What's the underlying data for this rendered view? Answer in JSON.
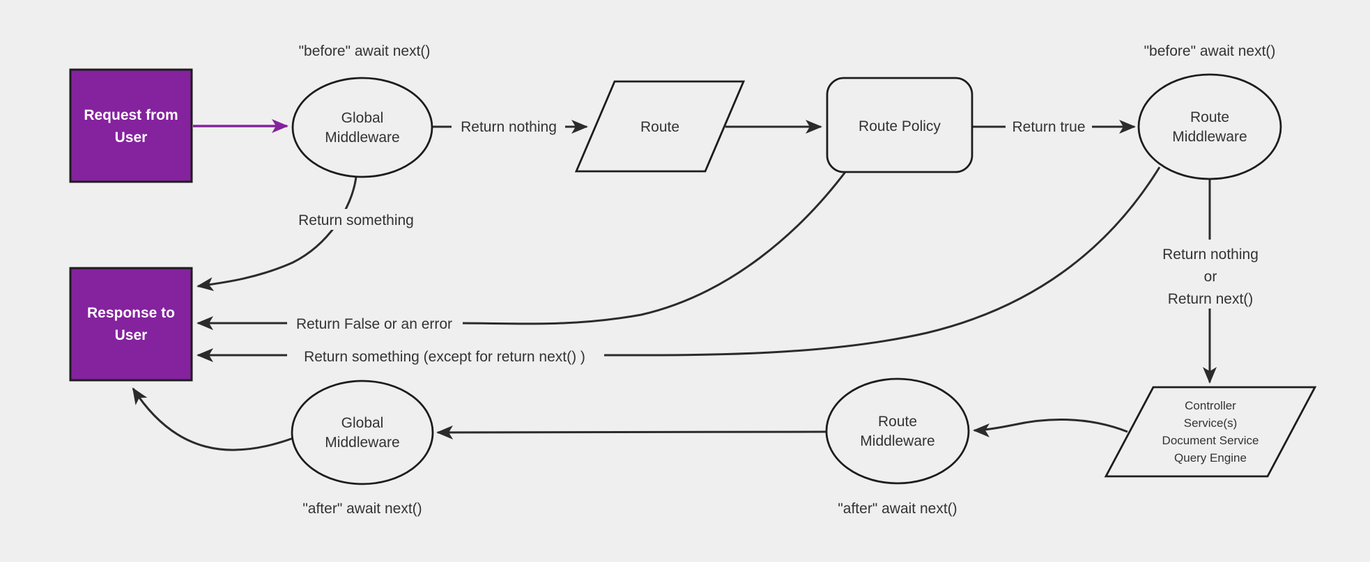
{
  "canvas": {
    "background_color": "#efefef",
    "edge_color": "#2b2b2b",
    "purple_accent": "#85229e",
    "node_stroke_color": "#1d1d1d",
    "node_text_color": "#333333",
    "box_text_color": "#ffffff"
  },
  "nodes": {
    "request_from_user": {
      "line1": "Request from",
      "line2": "User"
    },
    "global_middleware_top": {
      "line1": "Global",
      "line2": "Middleware"
    },
    "route": {
      "label": "Route"
    },
    "route_policy": {
      "label": "Route Policy"
    },
    "route_middleware_top": {
      "line1": "Route",
      "line2": "Middleware"
    },
    "controller_stack": {
      "line1": "Controller",
      "line2": "Service(s)",
      "line3": "Document Service",
      "line4": "Query Engine"
    },
    "route_middleware_bottom": {
      "line1": "Route",
      "line2": "Middleware"
    },
    "global_middleware_bottom": {
      "line1": "Global",
      "line2": "Middleware"
    },
    "response_to_user": {
      "line1": "Response to",
      "line2": "User"
    }
  },
  "edge_labels": {
    "before_await_next_left": "\"before\" await next()",
    "before_await_next_right": "\"before\" await next()",
    "return_nothing": "Return nothing",
    "return_true": "Return true",
    "return_something": "Return something",
    "return_false_or_error": "Return False or an error",
    "return_something_except": "Return something (except for return next() )",
    "return_nothing_or_line1": "Return nothing",
    "return_nothing_or_line2": "or",
    "return_nothing_or_line3": "Return next()",
    "after_await_next_left": "\"after\" await next()",
    "after_await_next_right": "\"after\" await next()"
  }
}
